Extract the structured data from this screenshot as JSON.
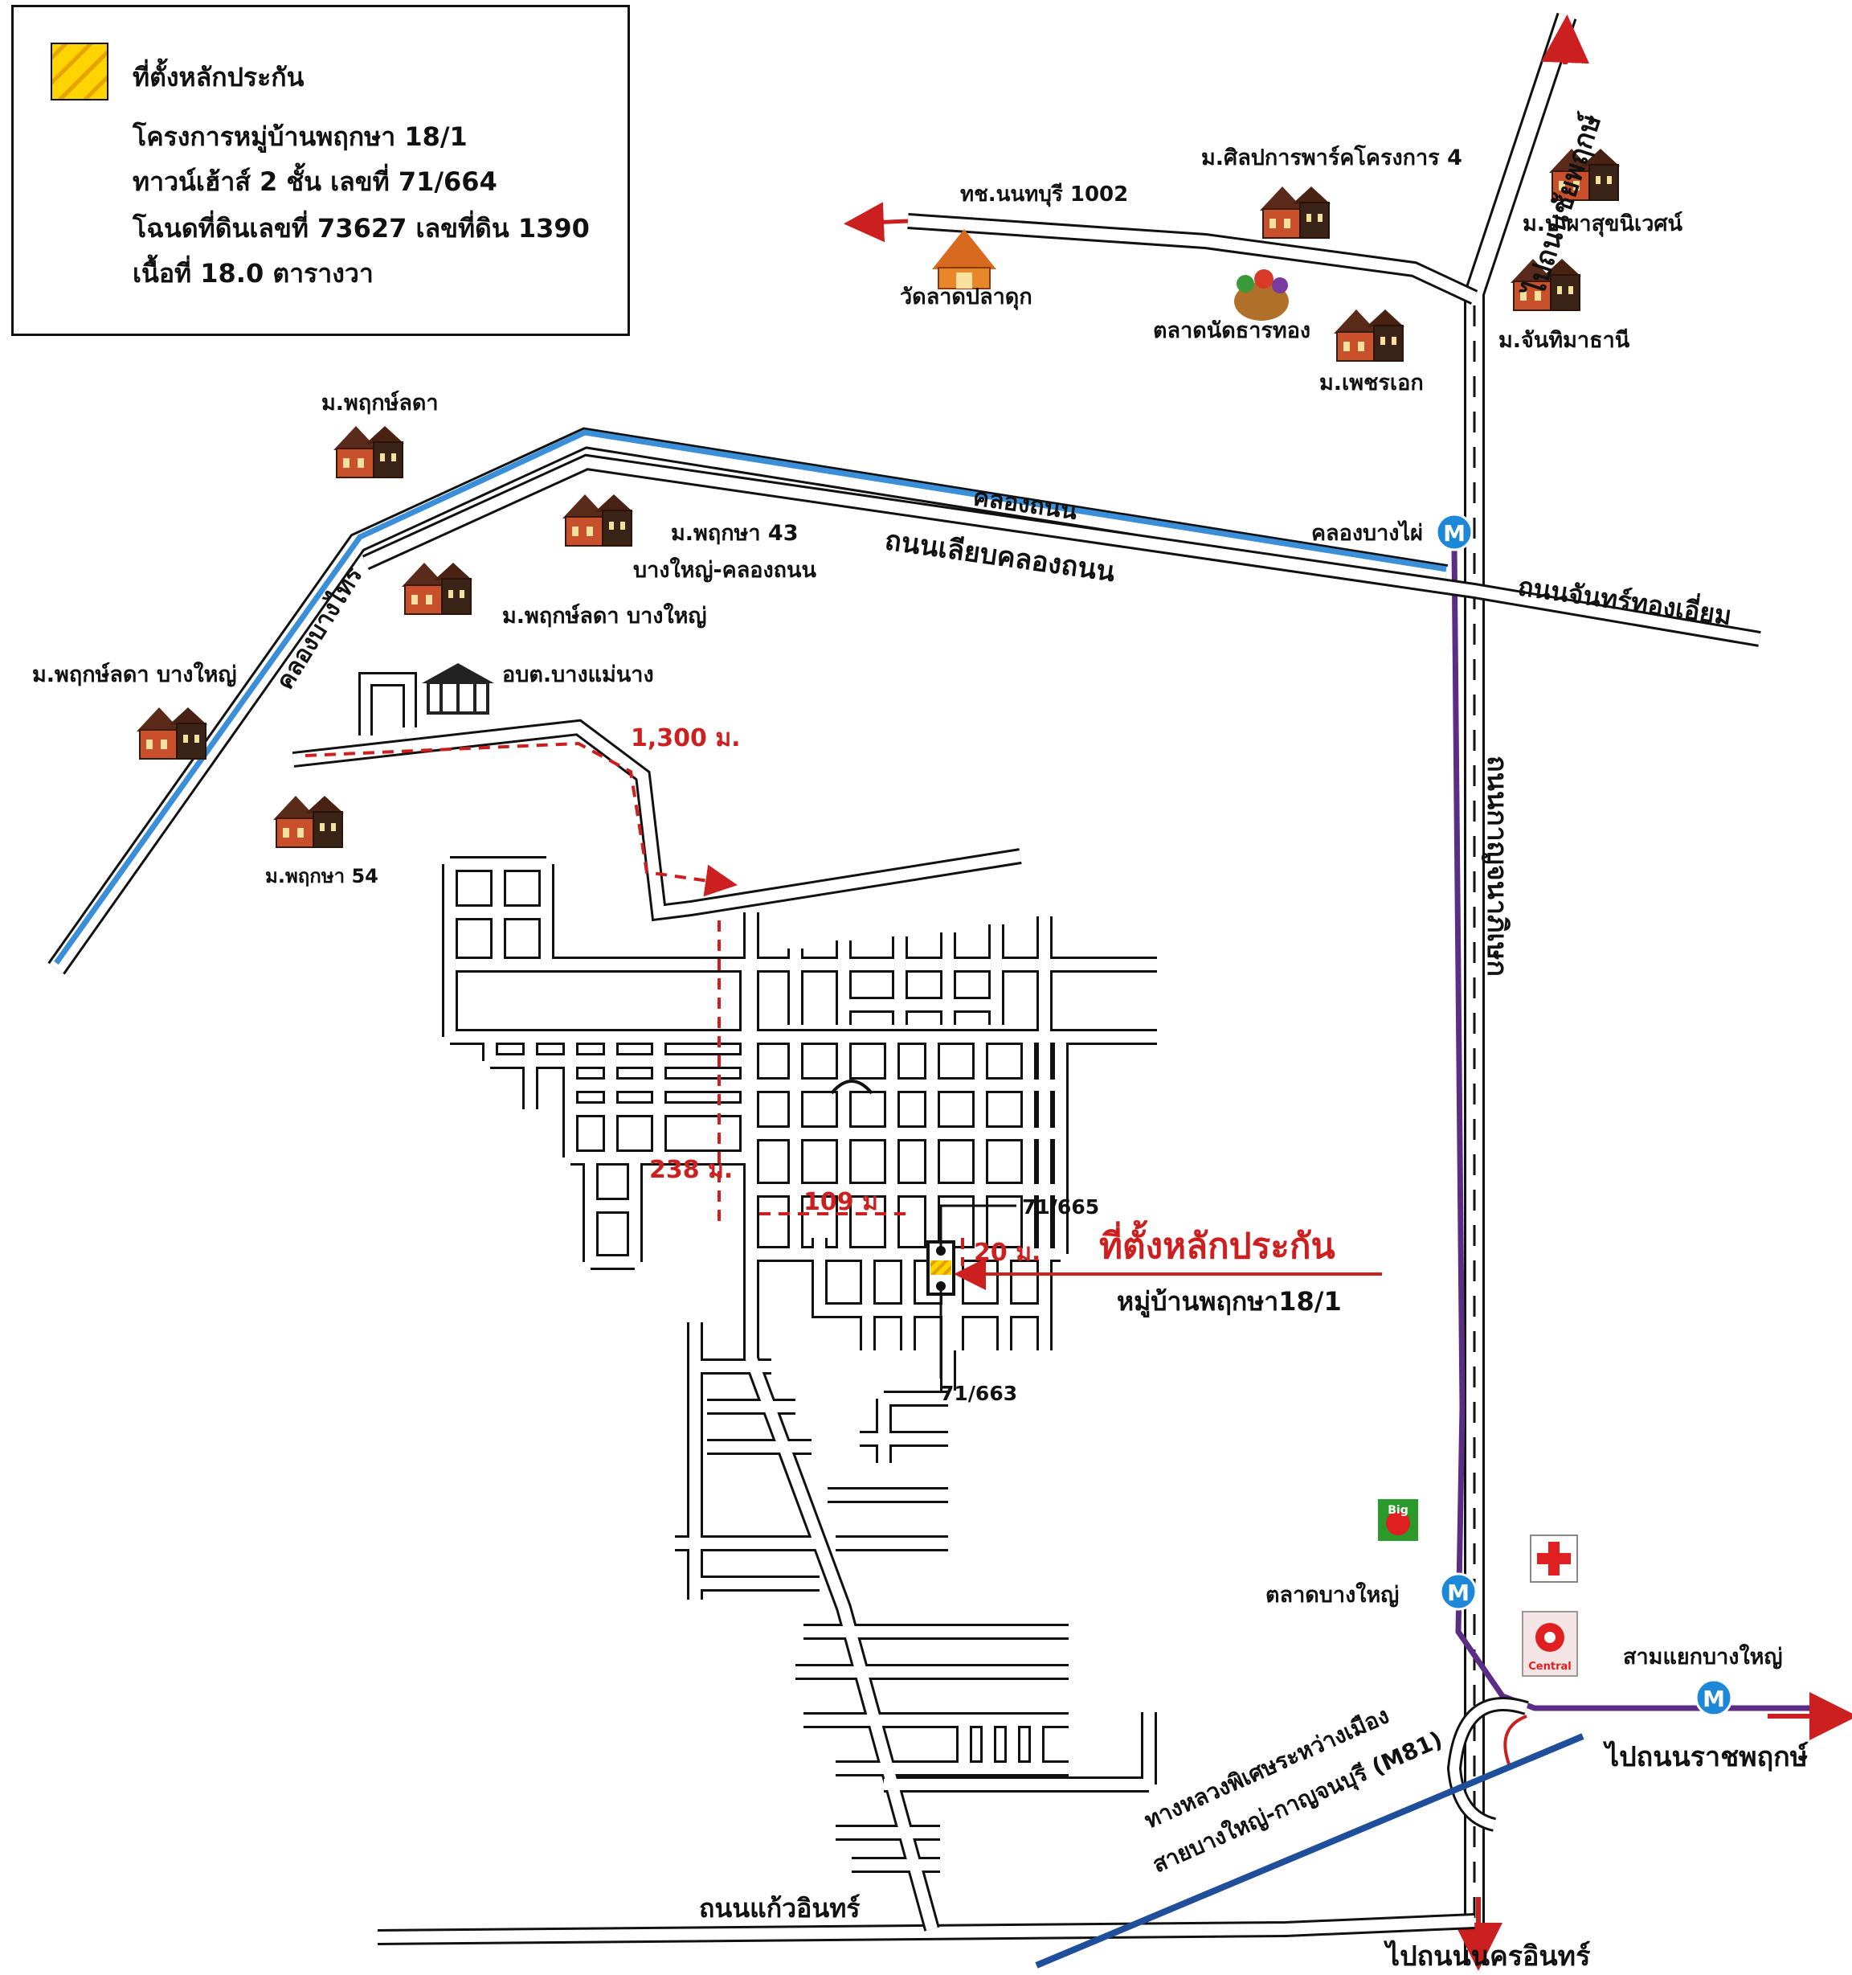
{
  "legend": {
    "swatch_color": "#ffd400",
    "line1": "ที่ตั้งหลักประกัน",
    "line2": "โครงการหมู่บ้านพฤกษา 18/1",
    "line3": "ทาวน์เฮ้าส์ 2 ชั้น เลขที่ 71/664",
    "line4": "โฉนดที่ดินเลขที่ 73627 เลขที่ดิน 1390",
    "line5": "เนื้อที่ 18.0 ตารางวา"
  },
  "places": {
    "silapakarn": "ม.ศิลปการพาร์คโครงการ 4",
    "nonthaburi_road": "ทช.นนทบุรี 1002",
    "wat": "วัดลาดปลาดุก",
    "market": "ตลาดนัดธารทอง",
    "phetchrek": "ม.เพชรเอก",
    "pasuk": "ม.ป ผาสุขนิเวศน์",
    "chanthima": "ม.จันทิมาธานี",
    "pruklada_top": "ม.พฤกษ์ลดา",
    "pruksa43_a": "ม.พฤกษา 43",
    "pruksa43_b": "บางใหญ่-คลองถนน",
    "pruklada_bangyai1": "ม.พฤกษ์ลดา บางใหญ่",
    "pruklada_bangyai2": "ม.พฤกษ์ลดา บางใหญ่",
    "obt": "อบต.บางแม่นาง",
    "pruksa54": "ม.พฤกษา 54",
    "khlong_thanon": "คลองถนน",
    "road_along_canal": "ถนนเลียบคลองถนน",
    "khlong_bangphai": "คลองบางไผ่",
    "chan_road": "ถนนจันทร์ทองเอี่ยม",
    "kanchana_road": "ถนนกาญจนาภิเษก",
    "to_chaiyaphruek": "ไปถนนชัยพฤกษ์",
    "khlong_bangphai_canal": "คลองบางไทร",
    "talad_bangyai": "ตลาดบางใหญ่",
    "sam_yaek": "สามแยกบางใหญ่",
    "to_ratchaphruek": "ไปถนนราชพฤกษ์",
    "motorway1": "ทางหลวงพิเศษระหว่างเมือง",
    "motorway2": "สายบางใหญ่-กาญจนบุรี (M81)",
    "kaew_in_road": "ถนนแก้วอินทร์",
    "to_nakhon_in": "ไปถนนนครอินทร์",
    "central": "Central",
    "big_c": "Big"
  },
  "measurements": {
    "d1300": "1,300 ม.",
    "d238": "238 ม.",
    "d109": "109 ม",
    "d20": "20 ม."
  },
  "site": {
    "title": "ที่ตั้งหลักประกัน",
    "subtitle": "หมู่บ้านพฤกษา18/1",
    "north_lot": "71/665",
    "south_lot": "71/663"
  },
  "metro_marker": "M",
  "colors": {
    "canal": "#3a8fd8",
    "purple_line": "#5b2d86",
    "motorway": "#1f4e9a",
    "annotation": "#cc1f1f",
    "house_roof": "#5a2a1a",
    "house_wall": "#c8502a"
  }
}
